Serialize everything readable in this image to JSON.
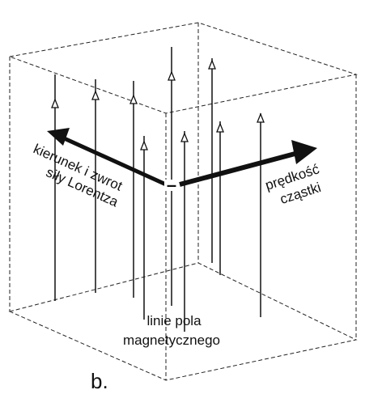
{
  "labels": {
    "force_line1": "kierunek i zwrot",
    "force_line2": "siły Lorentza",
    "velocity_line1": "prędkość",
    "velocity_line2": "cząstki",
    "field_line1": "linie pola",
    "field_line2": "magnetycznego",
    "particle_sign": "–",
    "caption": "b."
  },
  "colors": {
    "ink": "#111111",
    "background": "#ffffff"
  }
}
